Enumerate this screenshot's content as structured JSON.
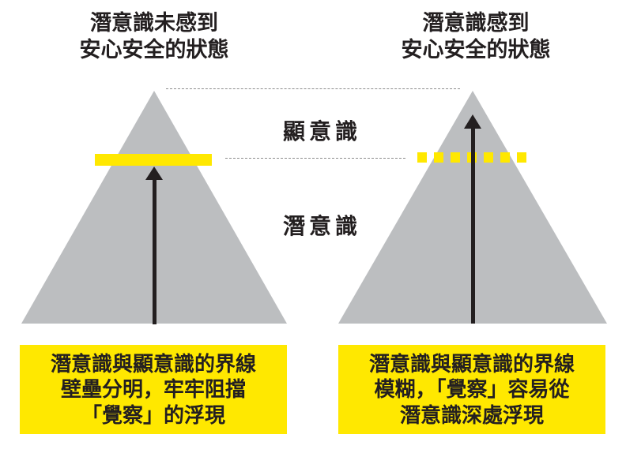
{
  "colors": {
    "highlight_yellow": "#FFE800",
    "pyramid_gray": "#BCBEC0",
    "text_black": "#231F20",
    "guide_line_gray": "#8C8C8C",
    "background": "#FFFFFF"
  },
  "left_diagram": {
    "title_line1": "潛意識未感到",
    "title_line2": "安心安全的狀態",
    "caption": {
      "line1": "潛意識與顯意識的界線",
      "line2": "壁壘分明，牢牢阻擋",
      "line3": "「覺察」的浮現"
    }
  },
  "right_diagram": {
    "title_line1": "潛意識感到",
    "title_line2": "安心安全的狀態",
    "caption": {
      "line1": "潛意識與顯意識的界線",
      "line2": "模糊，「覺察」容易從",
      "line3": "潛意識深處浮現"
    }
  },
  "layer_labels": {
    "conscious": "顯意識",
    "subconscious": "潛意識"
  }
}
